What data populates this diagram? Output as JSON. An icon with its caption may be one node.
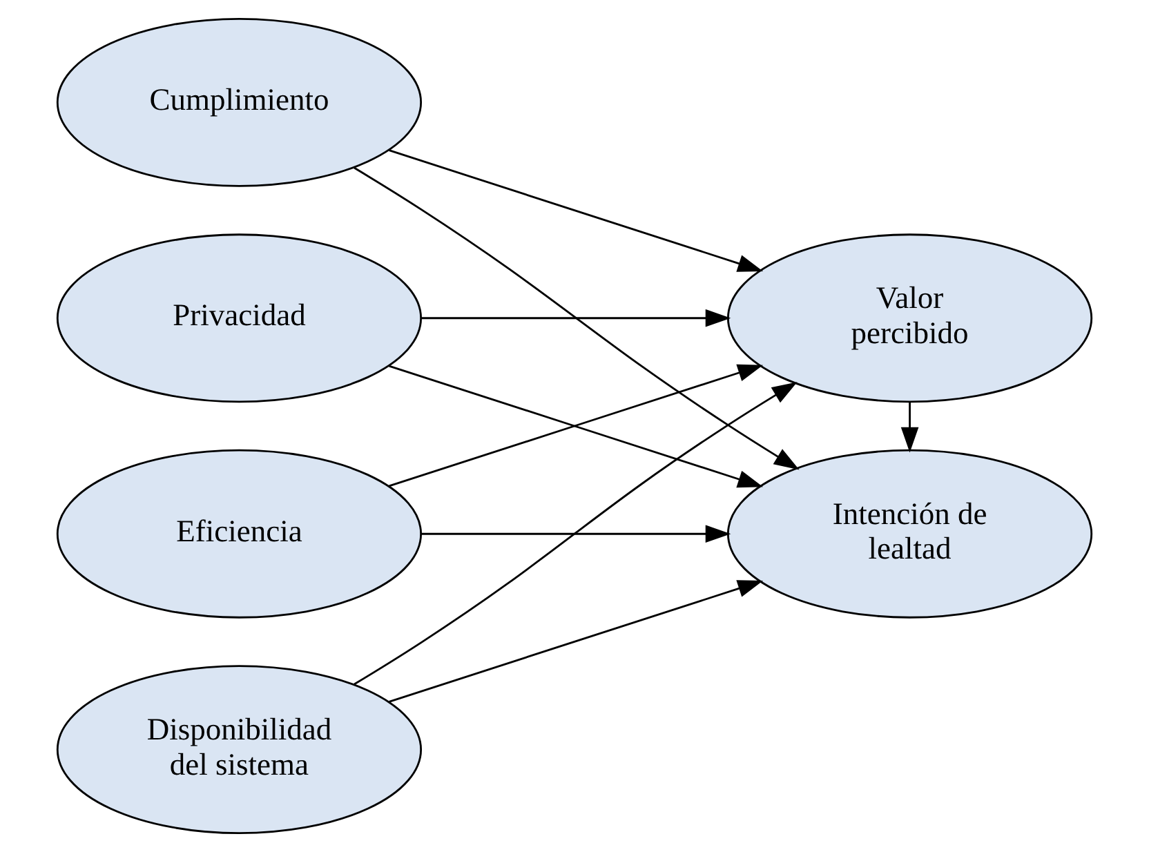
{
  "diagram": {
    "nodes": [
      {
        "text": [
          "Eficiencia"
        ]
      },
      {
        "text": [
          "Disponibilidad del sistema"
        ]
      },
      {
        "text": [
          "Cumplimiento"
        ]
      },
      {
        "text": [
          "Privacidad"
        ]
      },
      {
        "text": [
          "Valor percibido"
        ]
      },
      {
        "text": [
          "Intención de lealtad"
        ]
      }
    ],
    "edges": [
      {
        "from": 0,
        "to": 4,
        "arrow": "to"
      },
      {
        "from": 0,
        "to": 5,
        "arrow": "to"
      },
      {
        "from": 1,
        "to": 4,
        "arrow": "to"
      },
      {
        "from": 1,
        "to": 5,
        "arrow": "to"
      },
      {
        "from": 2,
        "to": 4,
        "arrow": "to"
      },
      {
        "from": 2,
        "to": 5,
        "arrow": "to"
      },
      {
        "from": 3,
        "to": 4,
        "arrow": "to"
      },
      {
        "from": 3,
        "to": 5,
        "arrow": "to"
      },
      {
        "from": 4,
        "to": 5,
        "arrow": "to"
      }
    ]
  }
}
